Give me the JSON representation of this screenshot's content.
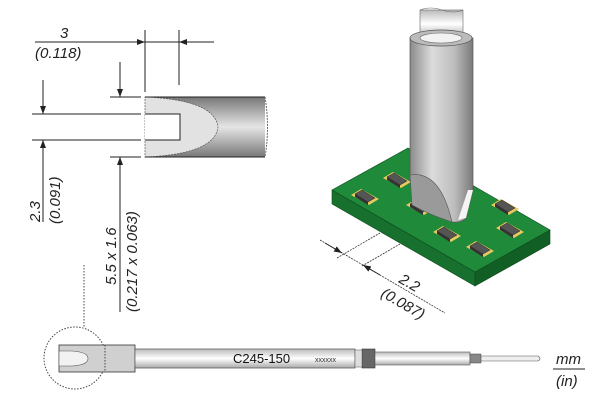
{
  "dimensions": {
    "tip_width": {
      "mm": "3",
      "in": "(0.118)"
    },
    "slot_width": {
      "mm": "2.3",
      "in": "(0.091)"
    },
    "blade_size": {
      "mm": "5.5 x 1.6",
      "in": "(0.217 x 0.063)"
    },
    "component_pitch": {
      "mm": "2.2",
      "in": "(0.087)"
    }
  },
  "cartridge": {
    "model": "C245-150",
    "serial": "xxxxxx"
  },
  "units_legend": {
    "primary": "mm",
    "secondary": "(in)"
  },
  "colors": {
    "pcb": "#1f8a3a",
    "pad": "#e8c860",
    "component": "#555555",
    "tip_metal": "#c8c8c8"
  }
}
